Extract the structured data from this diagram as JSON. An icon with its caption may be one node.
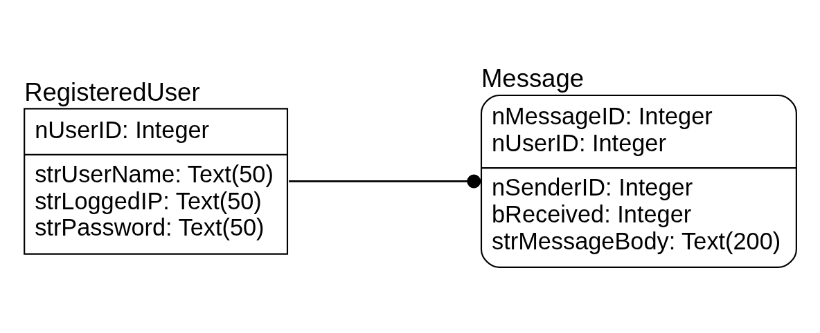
{
  "diagram": {
    "nodes": [
      {
        "text": [
          "RegisteredUser",
          "nUserID: Integer",
          "strUserName: Text(50)",
          "strLoggedIP: Text(50)",
          "strPassword: Text(50)"
        ]
      },
      {
        "text": [
          "Message",
          "nMessageID: Integer",
          "nUserID: Integer",
          "nSenderID: Integer",
          "bReceived: Integer",
          "strMessageBody: Text(200)"
        ]
      }
    ],
    "edges": [
      {
        "from": 0,
        "to": 1,
        "arrow": "other"
      }
    ]
  }
}
